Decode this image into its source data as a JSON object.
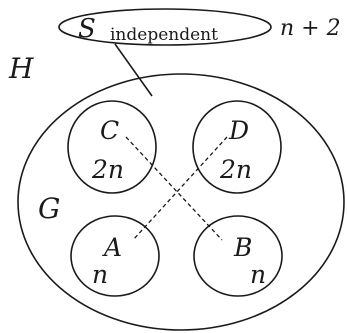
{
  "labels": {
    "s_set": "S",
    "s_subscript": "independent",
    "s_size": "n + 2",
    "h_graph": "H",
    "g_graph": "G",
    "set_c": "C",
    "set_c_size": "2n",
    "set_d": "D",
    "set_d_size": "2n",
    "set_a": "A",
    "set_a_size": "n",
    "set_b": "B",
    "set_b_size": "n"
  },
  "colors": {
    "ink": "#1a1a1a",
    "background": "#ffffff"
  }
}
